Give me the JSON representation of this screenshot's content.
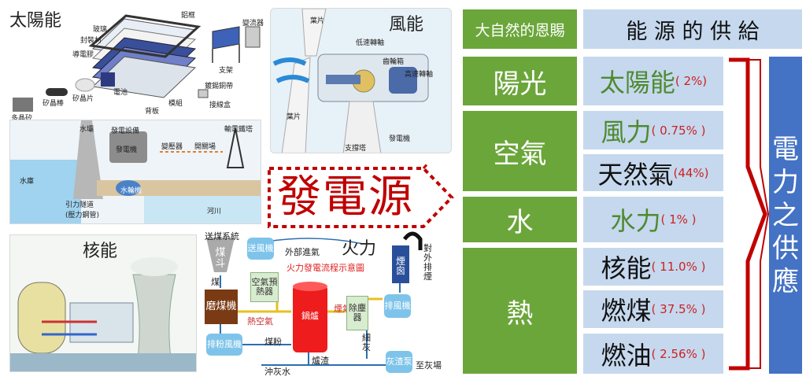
{
  "solar": {
    "title": "太陽能",
    "labels": [
      "鋁框",
      "玻璃",
      "封裝材",
      "導電膠",
      "電池",
      "矽晶棒",
      "矽晶片",
      "多晶矽",
      "模組",
      "背板",
      "鍍錫銅帶",
      "接線盒",
      "支架",
      "變流器"
    ]
  },
  "wind": {
    "title": "風能",
    "labels": [
      "葉片",
      "低速轉軸",
      "齒輪箱",
      "高速轉軸",
      "發電機",
      "支撐塔",
      "葉片"
    ]
  },
  "hydro": {
    "title": "水力",
    "labels": [
      "水壩",
      "發電設備",
      "發電機",
      "水輪機",
      "變壓器",
      "開關場",
      "輸電鐵塔",
      "水庫",
      "引力隧道\n(壓力鋼管)",
      "河川"
    ]
  },
  "nuclear": {
    "title": "核能"
  },
  "thermal": {
    "title": "火力",
    "subtitle": "火力發電流程示意圖",
    "labels": {
      "feed": "送煤系統",
      "hopper": "煤斗",
      "coal": "煤",
      "fan": "送風機",
      "outside_air": "外部進氣",
      "preheater": "空氣預熱器",
      "mill": "磨煤機",
      "hot_air": "熱空氣",
      "boiler": "鍋爐",
      "flue_gas": "煙氣",
      "dust": "除塵器",
      "stack": "煙囪",
      "exhaust": "對外排煙",
      "powder_fan": "排粉風機",
      "coal_powder": "煤粉",
      "exhaust_fan": "排風機",
      "fine_ash": "細灰",
      "ash_water": "沖灰水",
      "slag": "爐渣",
      "ash_pump": "灰渣泵",
      "to_ash": "至灰場"
    }
  },
  "center": {
    "label": "發電源"
  },
  "table": {
    "header_left": "大自然的恩賜",
    "header_right": "能 源 的 供 給",
    "sources": [
      "陽光",
      "空氣",
      "水",
      "熱"
    ],
    "supplies": [
      {
        "name": "太陽能",
        "pct": "( 2%)"
      },
      {
        "name": "風力",
        "pct": "( 0.75% )"
      },
      {
        "name": "天然氣",
        "pct": "(44%)"
      },
      {
        "name": "水力",
        "pct": "( 1% )"
      },
      {
        "name": "核能",
        "pct": "( 11.0% )"
      },
      {
        "name": "燃煤",
        "pct": "( 37.5% )"
      },
      {
        "name": "燃油",
        "pct": "( 2.56% )"
      }
    ],
    "result": [
      "電",
      "力",
      "之",
      "供",
      "應"
    ]
  }
}
